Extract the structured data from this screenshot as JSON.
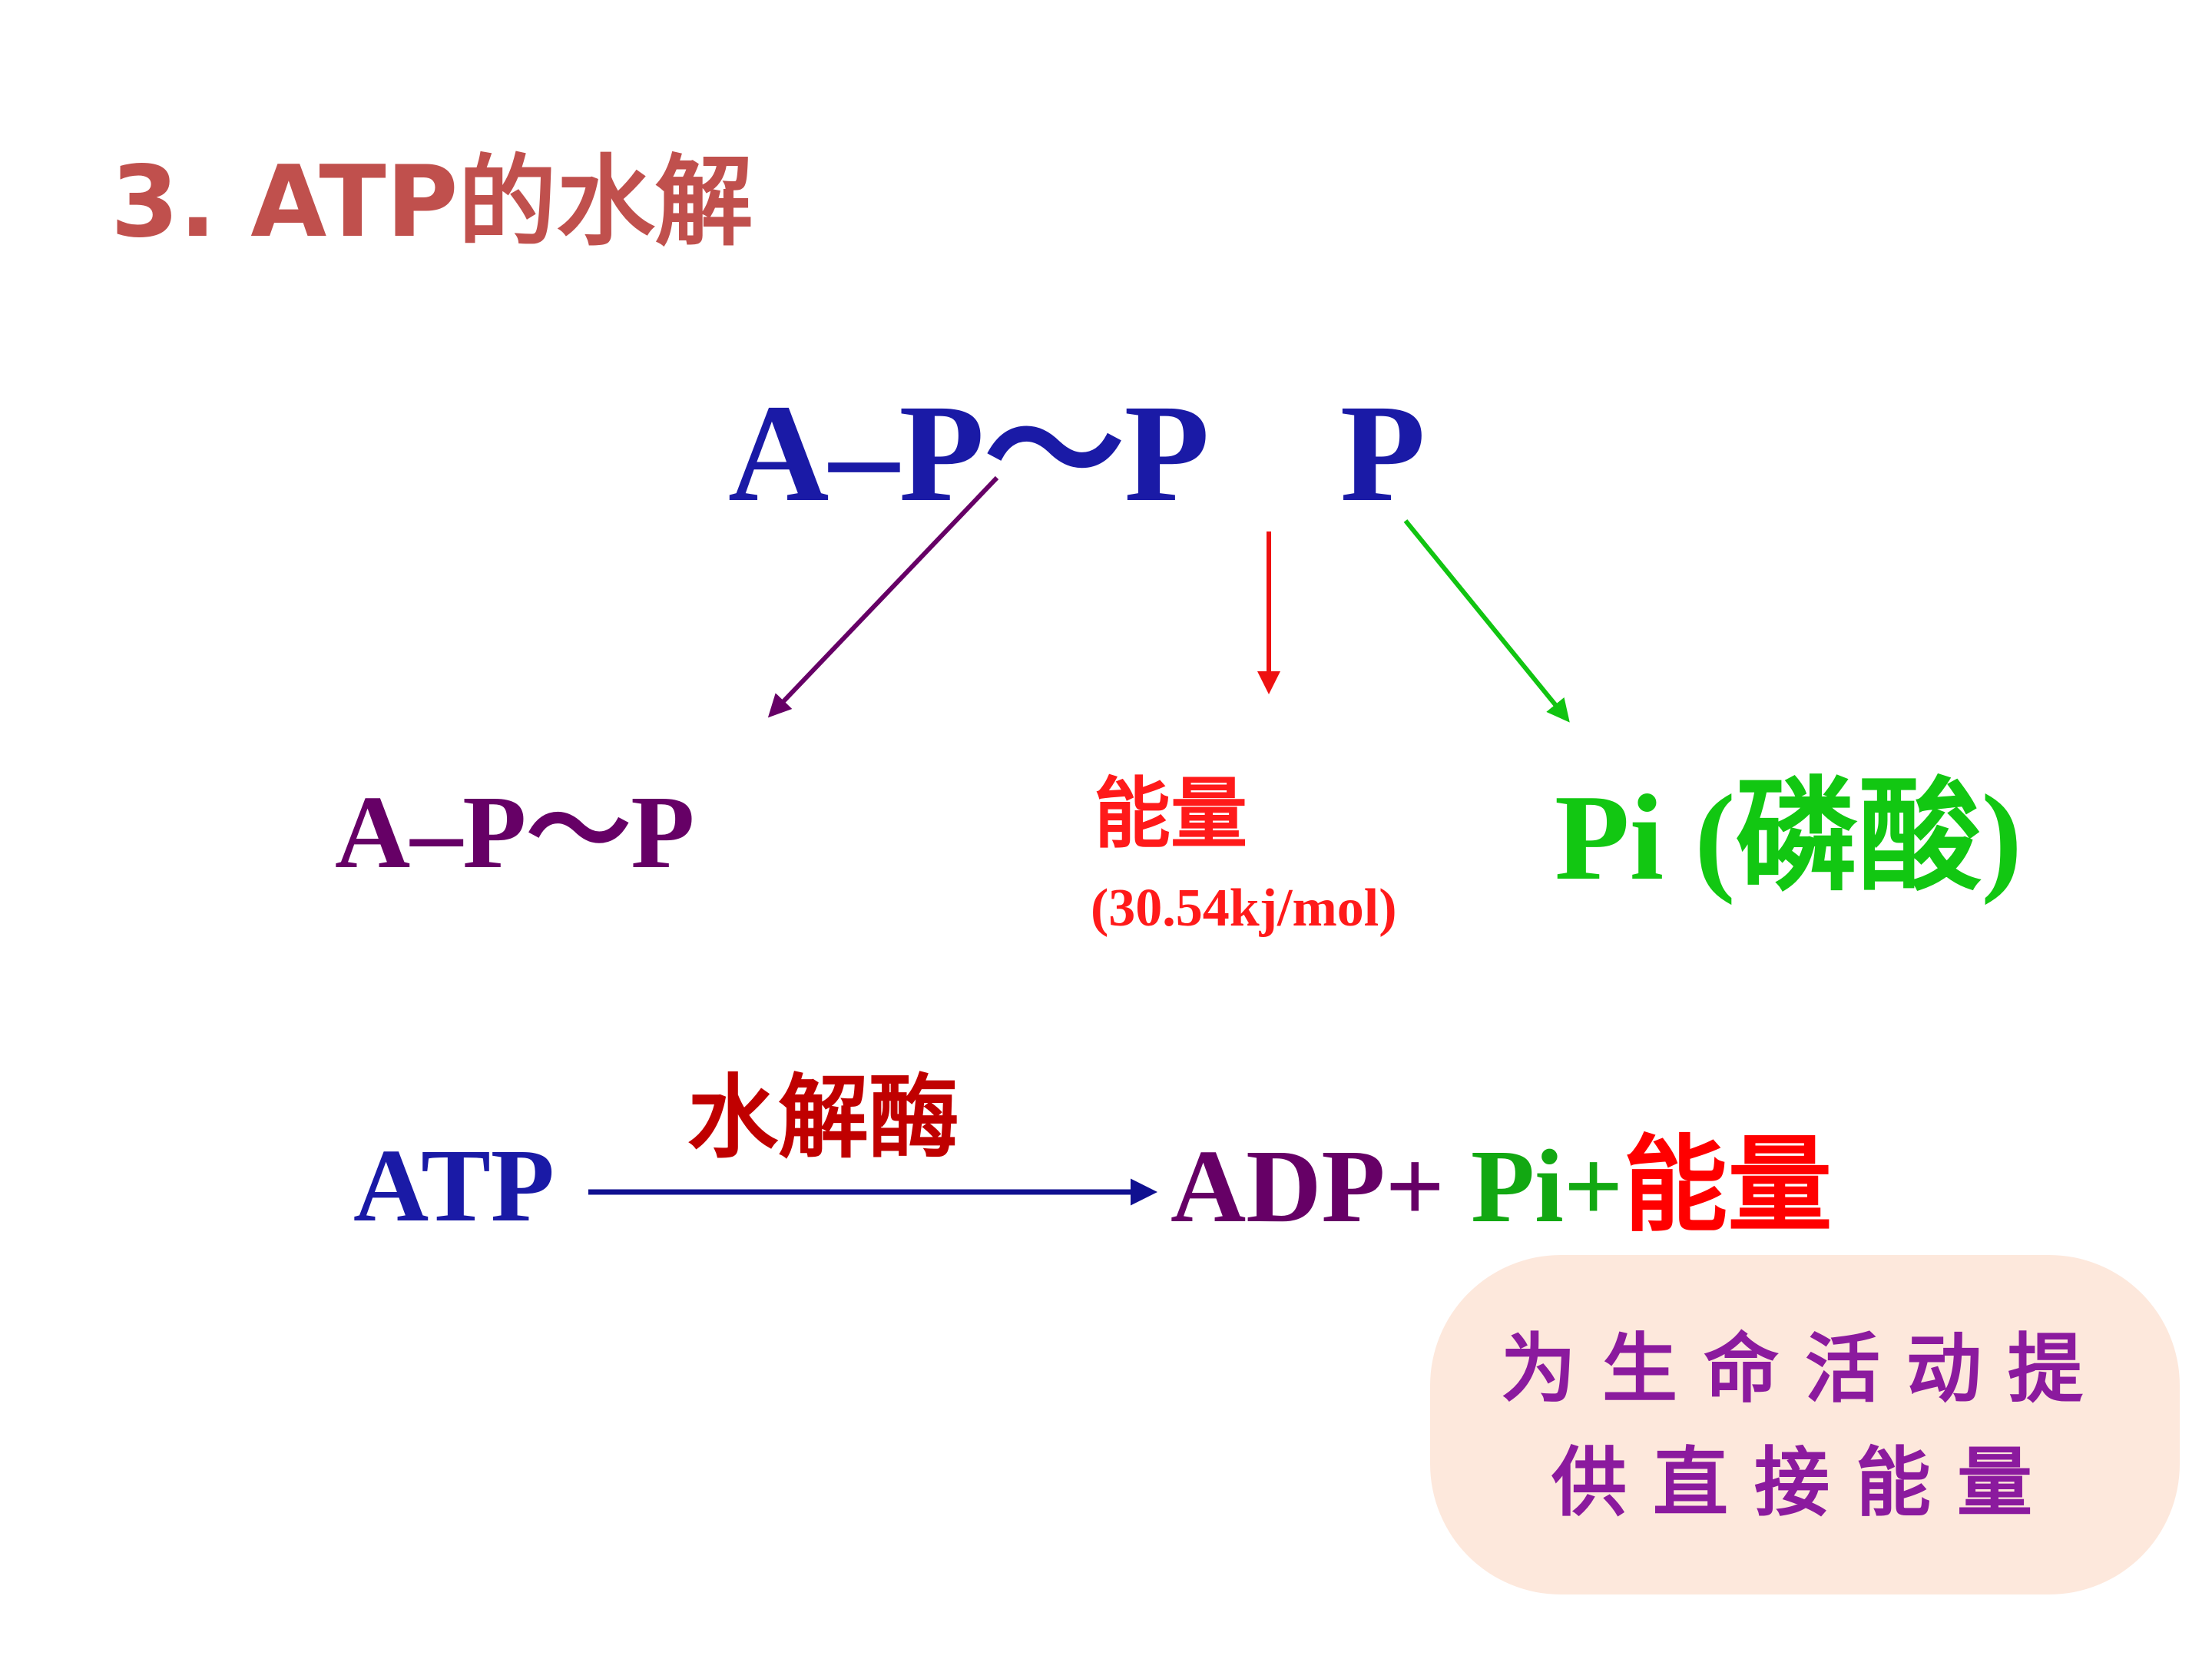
{
  "title": "3. ATP的水解",
  "top_formula": {
    "left_part": "A–P～P",
    "right_part": "P"
  },
  "products": {
    "adp": "A–P～P",
    "energy_label": "能量",
    "energy_value": "(30.54kj/mol)",
    "pi": "Pi (磷酸)"
  },
  "equation": {
    "reactant": "ATP",
    "enzyme": "水解酶",
    "product_adp": "ADP+",
    "product_pi": "Pi+",
    "product_energy": "能量"
  },
  "callout": {
    "line1": "为生命活动提",
    "line2": "供直接能量"
  },
  "colors": {
    "title": "#c0504d",
    "atp_blue": "#1a1aa6",
    "adp_purple": "#660066",
    "energy_red": "#ff1a1a",
    "pi_green": "#12c712",
    "enzyme_red": "#c00000",
    "callout_bg": "#fde8dc",
    "callout_text": "#8b1a9e",
    "arrow_purple": "#660066",
    "arrow_red": "#ee1111",
    "arrow_green": "#11c411",
    "arrow_blue": "#101090"
  }
}
